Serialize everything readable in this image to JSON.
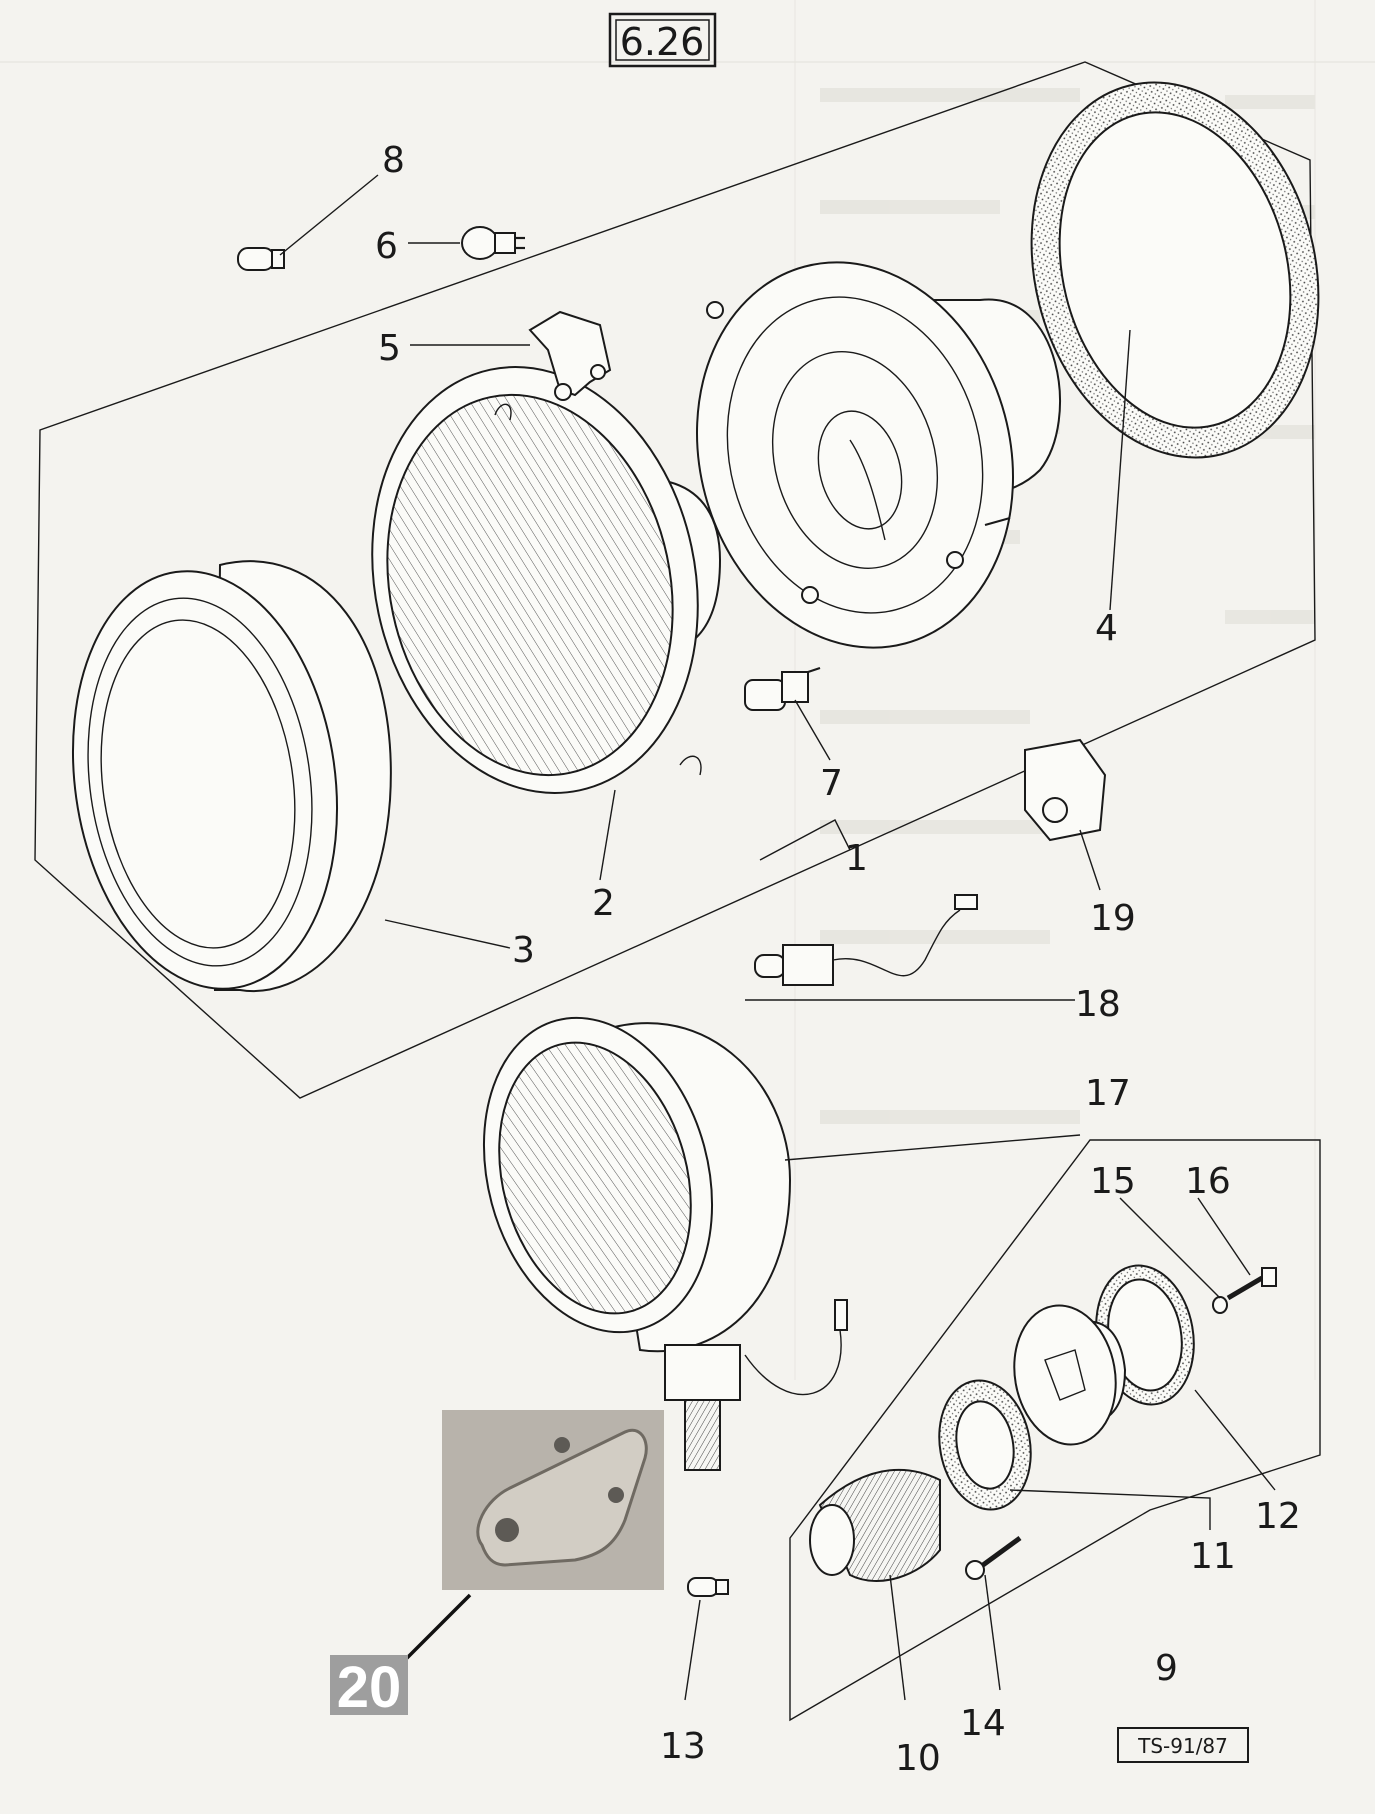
{
  "diagram": {
    "page_number": "6.26",
    "drawing_code": "TS-91/87",
    "part_labels": {
      "p1": "1",
      "p2": "2",
      "p3": "3",
      "p4": "4",
      "p5": "5",
      "p6": "6",
      "p7": "7",
      "p8": "8",
      "p9": "9",
      "p10": "10",
      "p11": "11",
      "p12": "12",
      "p13": "13",
      "p14": "14",
      "p15": "15",
      "p16": "16",
      "p17": "17",
      "p18": "18",
      "p19": "19",
      "p20": "20"
    },
    "colors": {
      "ink": "#1a1a1a",
      "paper": "#f4f3ef",
      "photo_background": "#b8b3ab",
      "label_20_background": "#9e9e9e"
    }
  }
}
